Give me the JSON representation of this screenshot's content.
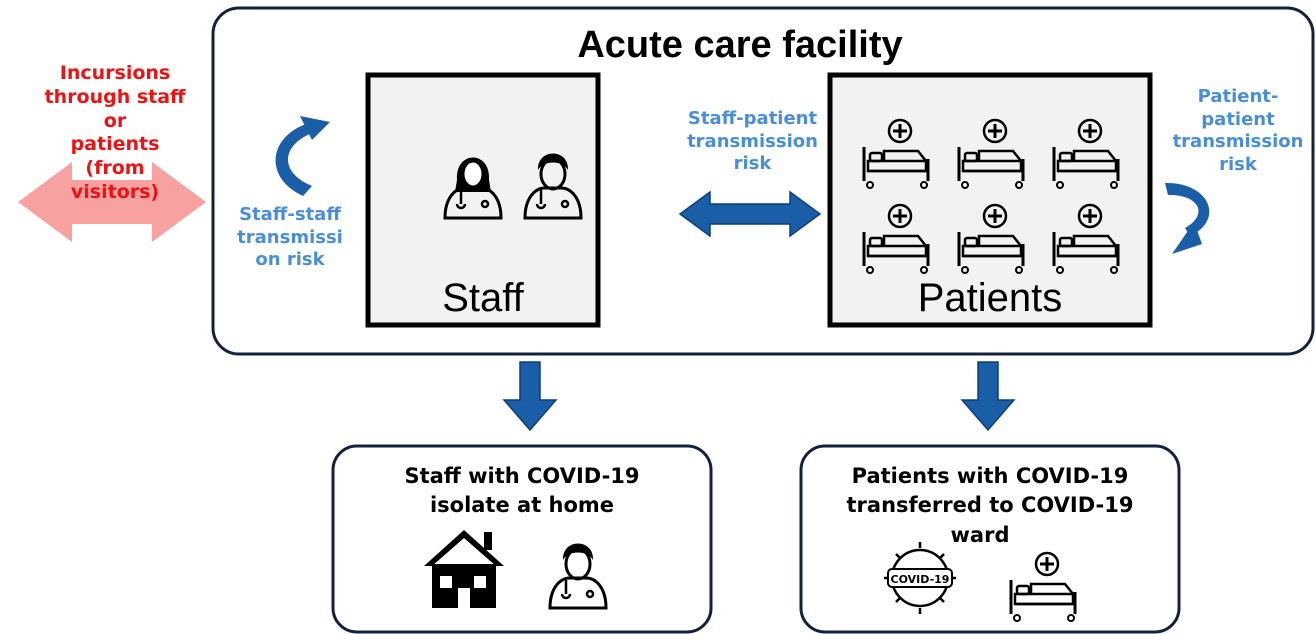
{
  "facility": {
    "title": "Acute care facility"
  },
  "staff_box": {
    "label": "Staff"
  },
  "patients_box": {
    "label": "Patients"
  },
  "incursions": {
    "lines": [
      "Incursions",
      "through staff or",
      "patients (from",
      "visitors)"
    ]
  },
  "staff_staff": {
    "lines": [
      "Staff-staff",
      "transmissi",
      "on risk"
    ]
  },
  "staff_patient": {
    "lines": [
      "Staff-patient",
      "transmission",
      "risk"
    ]
  },
  "patient_patient": {
    "lines": [
      "Patient-",
      "patient",
      "transmission",
      "risk"
    ]
  },
  "outcome_staff": {
    "lines": [
      "Staff with COVID-19",
      "isolate at home"
    ]
  },
  "outcome_patients": {
    "lines": [
      "Patients with COVID-19",
      "transferred to COVID-19",
      "ward"
    ]
  },
  "covid_badge": {
    "text": "COVID-19"
  },
  "colors": {
    "red_text": "#e81416",
    "blue_text": "#4a8fd6",
    "arrow_blue": "#1b5ea8",
    "pink_arrow": "#f7a1a1",
    "box_fill": "#f2f2f2"
  }
}
